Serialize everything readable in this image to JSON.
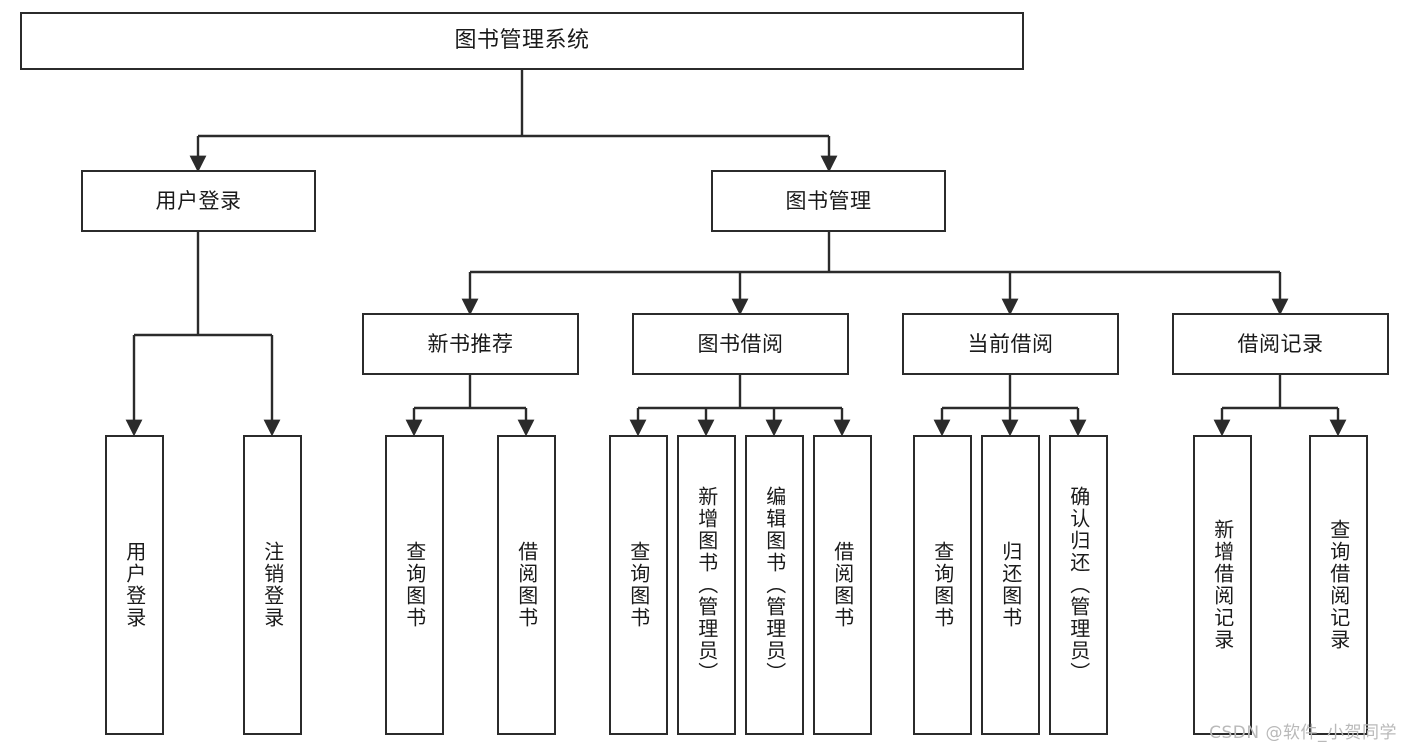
{
  "diagram": {
    "title": "图书管理系统",
    "root": {
      "id": "root",
      "label": "图书管理系统"
    },
    "level2": [
      {
        "id": "user-login",
        "label": "用户登录"
      },
      {
        "id": "book-manage",
        "label": "图书管理"
      }
    ],
    "level3": [
      {
        "id": "new-book-rec",
        "label": "新书推荐"
      },
      {
        "id": "book-borrow",
        "label": "图书借阅"
      },
      {
        "id": "current-borrow",
        "label": "当前借阅"
      },
      {
        "id": "borrow-record",
        "label": "借阅记录"
      }
    ],
    "leaves": [
      {
        "id": "leaf-user-login",
        "label": "用户登录",
        "parent": "user-login"
      },
      {
        "id": "leaf-logout",
        "label": "注销登录",
        "parent": "user-login"
      },
      {
        "id": "leaf-query-book-1",
        "label": "查询图书",
        "parent": "new-book-rec"
      },
      {
        "id": "leaf-borrow-book-1",
        "label": "借阅图书",
        "parent": "new-book-rec"
      },
      {
        "id": "leaf-query-book-2",
        "label": "查询图书",
        "parent": "book-borrow"
      },
      {
        "id": "leaf-add-book",
        "label": "新增图书（管理员）",
        "parent": "book-borrow"
      },
      {
        "id": "leaf-edit-book",
        "label": "编辑图书（管理员）",
        "parent": "book-borrow"
      },
      {
        "id": "leaf-borrow-book-2",
        "label": "借阅图书",
        "parent": "book-borrow"
      },
      {
        "id": "leaf-query-book-3",
        "label": "查询图书",
        "parent": "current-borrow"
      },
      {
        "id": "leaf-return-book",
        "label": "归还图书",
        "parent": "current-borrow"
      },
      {
        "id": "leaf-confirm-return",
        "label": "确认归还（管理员）",
        "parent": "current-borrow"
      },
      {
        "id": "leaf-add-record",
        "label": "新增借阅记录",
        "parent": "borrow-record"
      },
      {
        "id": "leaf-query-record",
        "label": "查询借阅记录",
        "parent": "borrow-record"
      }
    ],
    "colors": {
      "stroke": "#2b2b2b",
      "fill": "#ffffff",
      "text": "#1a1a1a",
      "watermark": "#b9b9b9"
    }
  },
  "watermark": {
    "text": "CSDN @软件_小贺同学"
  }
}
